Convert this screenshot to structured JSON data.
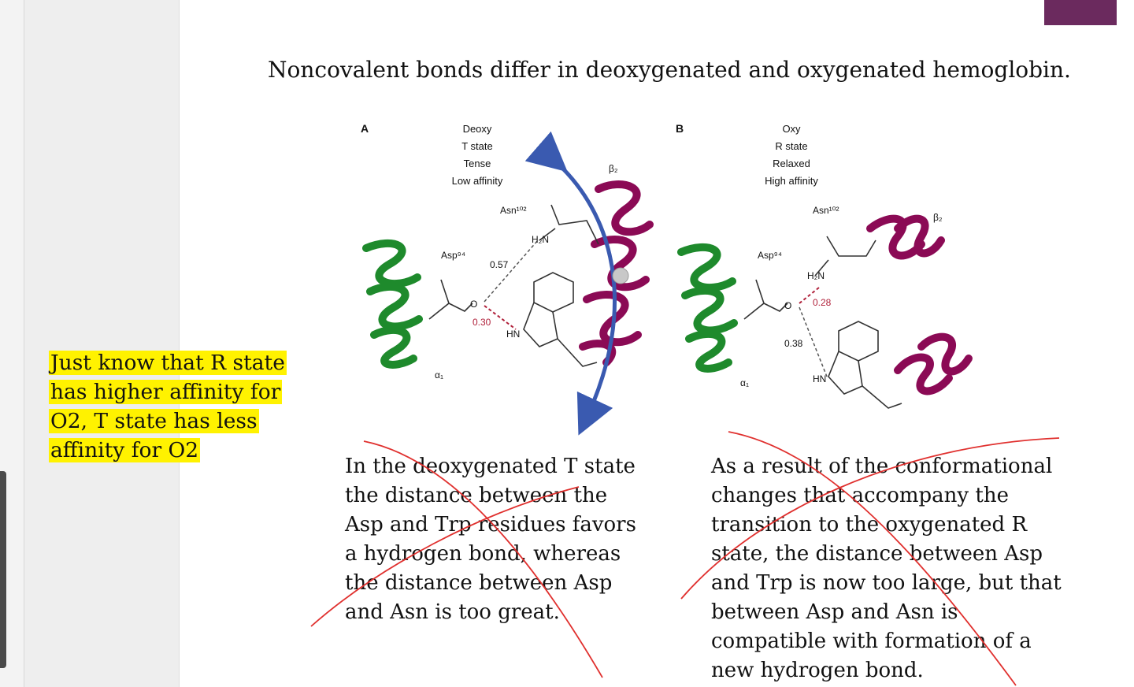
{
  "slide": {
    "title": "Noncovalent bonds differ in deoxygenated and oxygenated hemoglobin."
  },
  "note": {
    "text": "Just know that R state has higher affinity for O2, T state has less affinity for O2"
  },
  "figure": {
    "panel_a": {
      "letter": "A",
      "state_lines": [
        "Deoxy",
        "T state",
        "Tense",
        "Low affinity"
      ],
      "asn": "Asn¹⁰²",
      "asp": "Asp⁹⁴",
      "beta": "β₂",
      "alpha": "α₁",
      "h2n": "H₂N",
      "hn": "HN",
      "o": "O",
      "d1": "0.57",
      "d2": "0.30"
    },
    "panel_b": {
      "letter": "B",
      "state_lines": [
        "Oxy",
        "R state",
        "Relaxed",
        "High affinity"
      ],
      "asn": "Asn¹⁰²",
      "asp": "Asp⁹⁴",
      "beta": "β₂",
      "alpha": "α₁",
      "h2n": "H₂N",
      "hn": "HN",
      "o": "O",
      "d1": "0.28",
      "d2": "0.38"
    },
    "colors": {
      "green_helix": "#1e8a2c",
      "purple_helix": "#8b0a55",
      "blue_arrow": "#3a5ab0",
      "red_bond": "#b0203a"
    }
  },
  "captions": {
    "left": "In the deoxygenated T state\nthe distance between the\nAsp and Trp residues favors\na hydrogen bond, whereas\nthe distance between Asp\nand Asn is too great.",
    "right": "As a result of the conformational\nchanges that accompany the\ntransition to the oxygenated R\nstate, the distance between Asp\nand Trp is now too large, but that\nbetween Asp and Asn is\ncompatible with formation of a\nnew hydrogen bond."
  }
}
